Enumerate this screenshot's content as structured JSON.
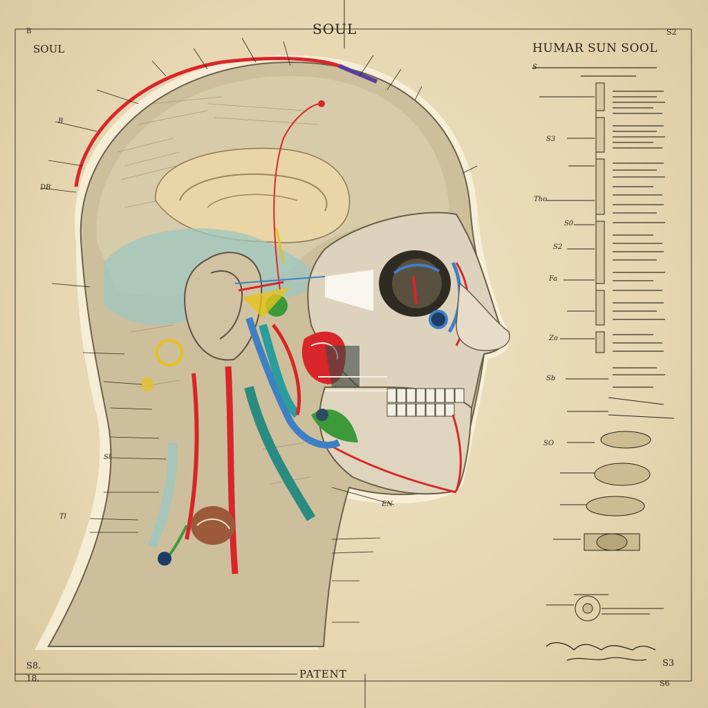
{
  "labels": {
    "title_top": "SOUL",
    "title_left": "SOUL",
    "title_right": "HUMAR SUN SOOL",
    "footer": "PATENT",
    "corner_tl": "B",
    "corner_tr": "S2",
    "corner_bl": "S8.",
    "corner_bl2": "18.",
    "corner_br": "S3",
    "corner_br2": "S6"
  },
  "annotation_marks": [
    "S",
    "B",
    "DB",
    "Tho",
    "S2",
    "S3",
    "S0",
    "Fa",
    "Sl",
    "Zo",
    "Tl",
    "SO",
    "Sb",
    "EN"
  ],
  "colors": {
    "paper": "#e6d8b6",
    "ink": "#2a2418",
    "artery_red": "#d8262a",
    "nerve_blue": "#3f7fc4",
    "teal": "#2aa8a0",
    "green": "#3c9a3a",
    "yellow": "#e6c21c"
  }
}
